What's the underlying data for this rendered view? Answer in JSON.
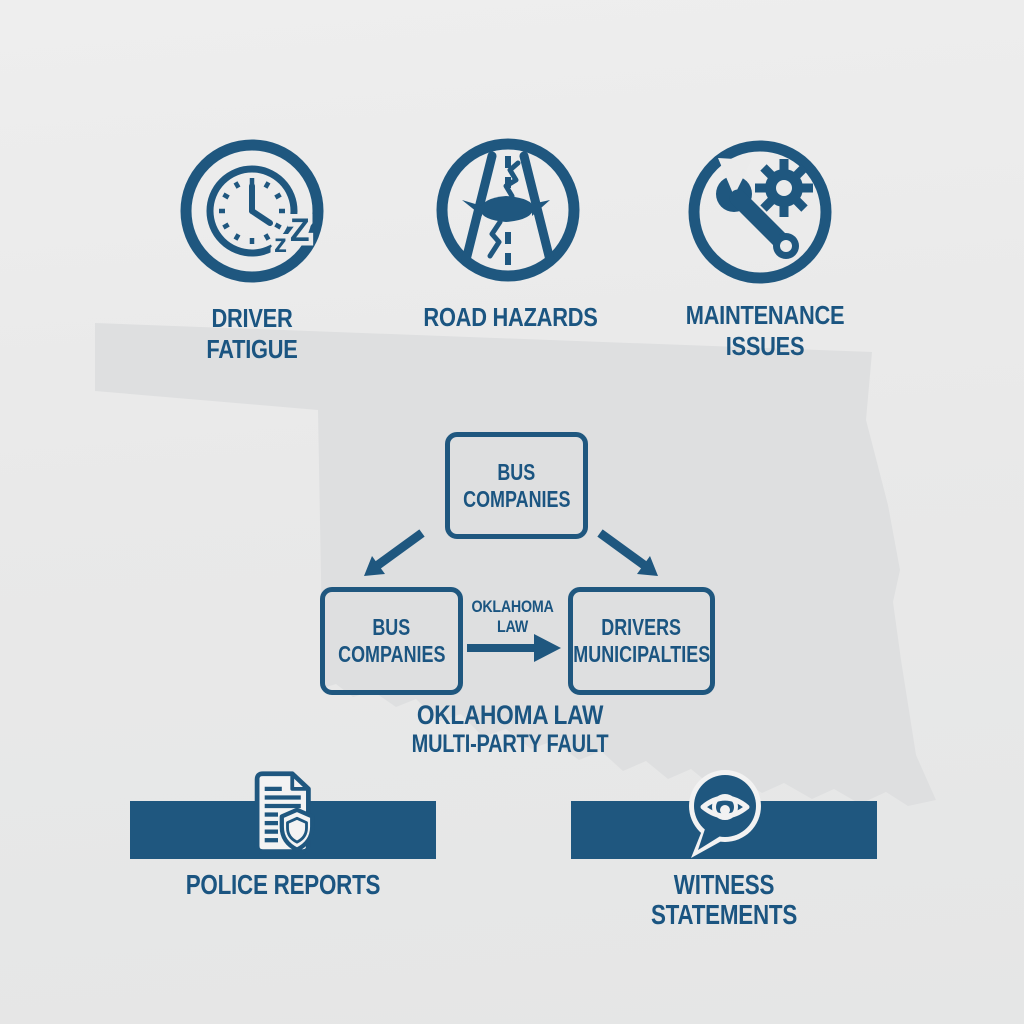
{
  "palette": {
    "blue": "#1f577f",
    "text_blue": "#1b5581",
    "background": "#e9e9e9",
    "state_fill": "#dedfe0",
    "icon_light": "#f3f3f3"
  },
  "background_map": {
    "name": "oklahoma-state-silhouette"
  },
  "top_icons": [
    {
      "icon": "clock-sleep-icon",
      "label": "DRIVER FATIGUE",
      "lines": [
        "DRIVER",
        "FATIGUE"
      ],
      "z_small": "z",
      "z_big": "Z"
    },
    {
      "icon": "road-pothole-icon",
      "label": "ROAD HAZARDS",
      "lines": [
        "ROAD HAZARDS"
      ]
    },
    {
      "icon": "wrench-gear-icon",
      "label": "MAINTENANCE ISSUES",
      "lines": [
        "MAINTENANCE",
        "ISSUES"
      ]
    }
  ],
  "flowchart": {
    "top_box": {
      "lines": [
        "BUS",
        "COMPANIES"
      ]
    },
    "left_box": {
      "lines": [
        "BUS",
        "COMPANIES"
      ]
    },
    "right_box": {
      "lines": [
        "DRIVERS",
        "MUNICIPALTIES"
      ]
    },
    "arrow_label": {
      "lines": [
        "OKLAHOMA",
        "LAW"
      ]
    },
    "caption": {
      "line1": "OKLAHOMA LAW",
      "line2": "MULTI-PARTY FAULT"
    }
  },
  "banners": [
    {
      "icon": "police-report-shield-icon",
      "label": "POLICE REPORTS"
    },
    {
      "icon": "witness-eye-speech-icon",
      "label": "WITNESS STATEMENTS"
    }
  ]
}
